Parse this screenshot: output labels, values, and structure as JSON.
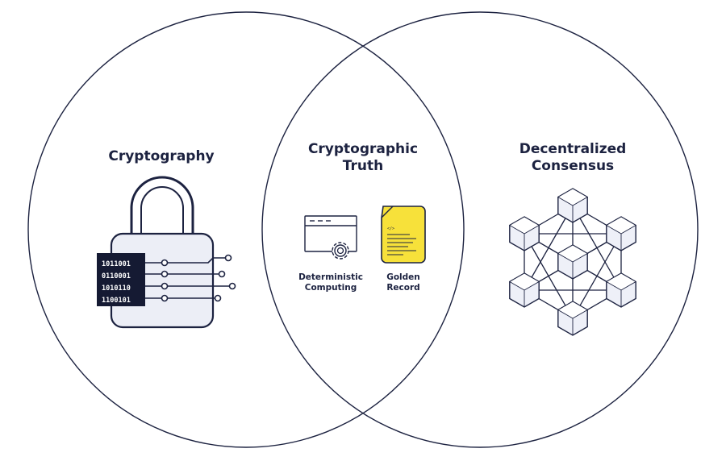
{
  "circles": {
    "left": {
      "title": "Cryptography"
    },
    "center": {
      "title": "Cryptographic\nTruth"
    },
    "right": {
      "title": "Decentralized\nConsensus"
    }
  },
  "lock": {
    "binary_lines": [
      "1011001",
      "0110001",
      "1010110",
      "1100101"
    ]
  },
  "items": {
    "deterministic": {
      "label": "Deterministic\nComputing"
    },
    "golden": {
      "label": "Golden\nRecord"
    }
  },
  "colors": {
    "ink": "#1c2240",
    "lock_fill": "#eceef6",
    "binary_panel": "#151a33",
    "golden_yellow": "#f7e13a",
    "hex_fill": "#eef0f8"
  }
}
